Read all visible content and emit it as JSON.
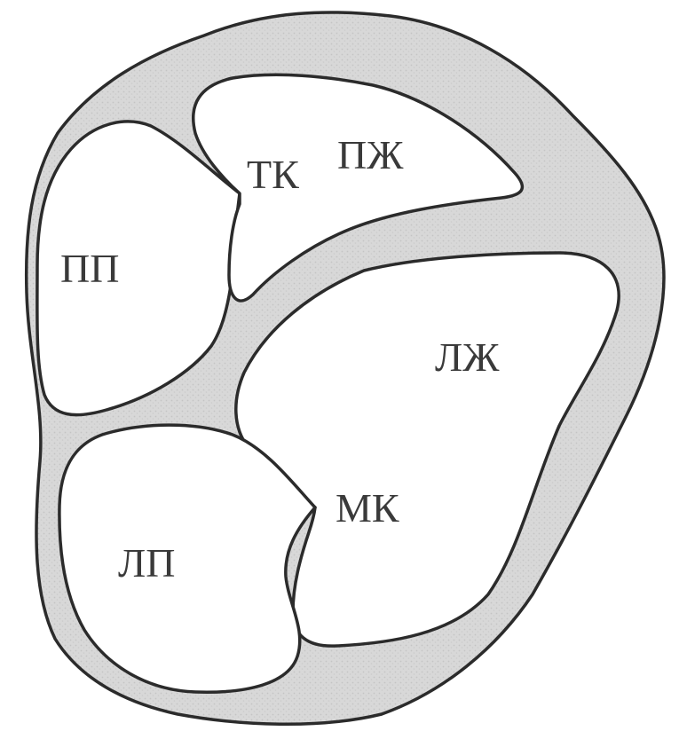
{
  "labels": {
    "right_atrium": "ПП",
    "tricuspid_valve": "ТК",
    "right_ventricle": "ПЖ",
    "left_ventricle": "ЛЖ",
    "left_atrium": "ЛП",
    "mitral_valve": "МК"
  },
  "colors": {
    "myocardium": "#d6d6d6",
    "chamber": "#ffffff",
    "outline": "#2b2b2b",
    "text": "#3a3a3a"
  }
}
